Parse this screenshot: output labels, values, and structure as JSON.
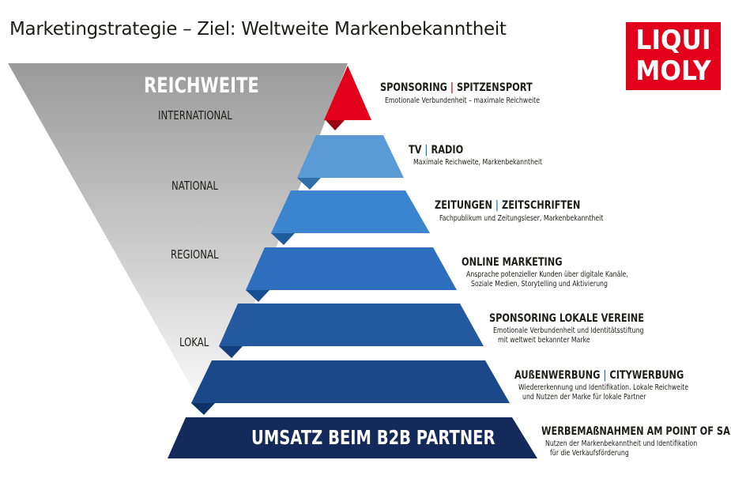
{
  "title": "Marketingstrategie – Ziel: Weltweite Markenbekanntheit",
  "logo": {
    "line1": "LIQUI",
    "line2": "MOLY",
    "color": "#e3001b"
  },
  "funnel": {
    "title": "REICHWEITE",
    "levels": [
      "INTERNATIONAL",
      "NATIONAL",
      "REGIONAL",
      "LOKAL"
    ]
  },
  "colors": {
    "peak": "#e3001b",
    "tiers": [
      "#5b9bd5",
      "#3a85cd",
      "#2d6ebe",
      "#22599f",
      "#1a4889"
    ],
    "base": "#142a5b",
    "funnel_top": "#9e9e9e"
  },
  "pyramid": {
    "base_label": "UMSATZ BEIM B2B PARTNER",
    "layers": [
      {
        "title_a": "SPONSORING",
        "sep": "|",
        "title_b": "SPITZENSPORT",
        "desc": [
          "Emotionale Verbundenheit – maximale Reichweite"
        ]
      },
      {
        "title_a": "TV",
        "sep": "|",
        "title_b": "RADIO",
        "desc": [
          "Maximale Reichweite, Markenbekanntheit"
        ]
      },
      {
        "title_a": "ZEITUNGEN",
        "sep": "|",
        "title_b": "ZEITSCHRIFTEN",
        "desc": [
          "Fachpublikum und Zeitungsleser, Markenbekanntheit"
        ]
      },
      {
        "title_a": "ONLINE MARKETING",
        "sep": "",
        "title_b": "",
        "desc": [
          "Ansprache potenzieller Kunden über digitale Kanäle,",
          "Soziale Medien, Storytelling und Aktivierung"
        ]
      },
      {
        "title_a": "SPONSORING LOKALE VEREINE",
        "sep": "",
        "title_b": "",
        "desc": [
          "Emotionale Verbundenheit und Identitätsstiftung",
          "mit weltweit bekannter Marke"
        ]
      },
      {
        "title_a": "AUßENWERBUNG",
        "sep": "|",
        "title_b": "CITYWERBUNG",
        "desc": [
          "Wiedererkennung und Identifikation. Lokale Reichweite",
          "und Nutzen der Marke für lokale Partner"
        ]
      },
      {
        "title_a": "WERBEMAßNAHMEN AM POINT OF SALE",
        "sep": "",
        "title_b": "",
        "desc": [
          "Nutzen der Markenbekanntheit und Identifikation",
          "für die Verkaufsförderung"
        ]
      }
    ]
  }
}
